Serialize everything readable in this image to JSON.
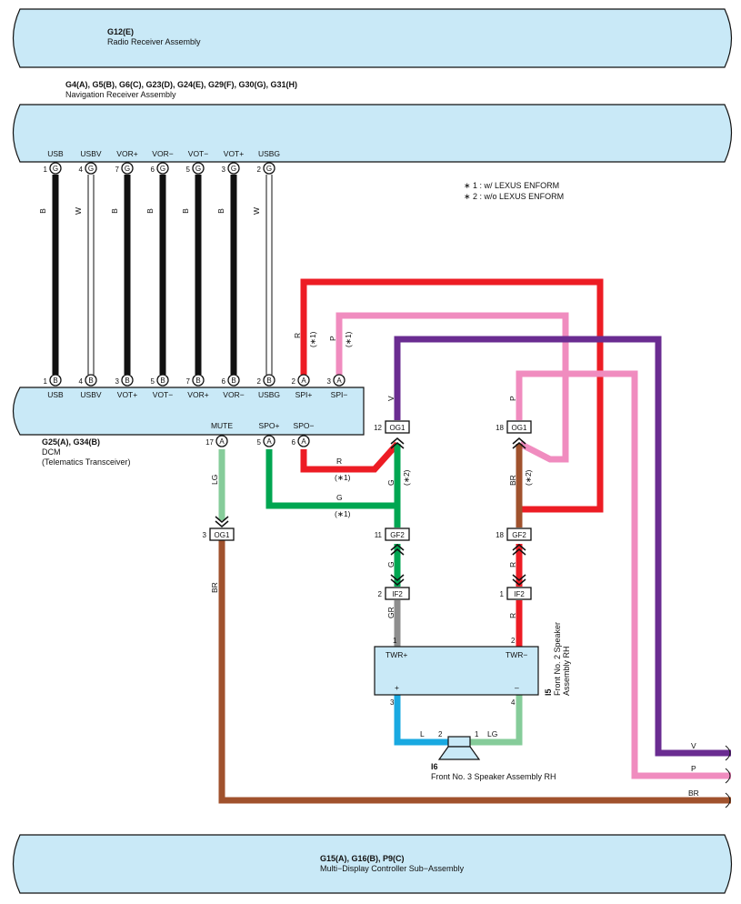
{
  "components": {
    "radio": {
      "code": "G12(E)",
      "name": "Radio Receiver Assembly"
    },
    "nav": {
      "code": "G4(A), G5(B), G6(C), G23(D), G24(E), G29(F), G30(G), G31(H)",
      "name": "Navigation Receiver Assembly"
    },
    "dcm": {
      "code": "G25(A), G34(B)",
      "name": "DCM",
      "name2": "(Telematics Transceiver)"
    },
    "multi": {
      "code": "G15(A), G16(B), P9(C)",
      "name": "Multi−Display Controller Sub−Assembly"
    },
    "speaker3": {
      "code": "I6",
      "name": "Front No.  3 Speaker Assembly RH"
    },
    "speaker2": {
      "code": "I5",
      "name": "Front No.  2 Speaker",
      "name2": "Assembly RH"
    }
  },
  "notes": {
    "n1": "∗ 1 : w/ LEXUS ENFORM",
    "n2": "∗ 2 : w/o LEXUS ENFORM"
  },
  "nav_pins": [
    {
      "label": "USB",
      "num": "1",
      "conn": "G",
      "wire": "B"
    },
    {
      "label": "USBV",
      "num": "4",
      "conn": "G",
      "wire": "W"
    },
    {
      "label": "VOR+",
      "num": "7",
      "conn": "G",
      "wire": "B"
    },
    {
      "label": "VOR−",
      "num": "6",
      "conn": "G",
      "wire": "B"
    },
    {
      "label": "VOT−",
      "num": "5",
      "conn": "G",
      "wire": "B"
    },
    {
      "label": "VOT+",
      "num": "3",
      "conn": "G",
      "wire": "B"
    },
    {
      "label": "USBG",
      "num": "2",
      "conn": "G",
      "wire": "W"
    }
  ],
  "dcm_pins": [
    {
      "label": "USB",
      "num": "1",
      "conn": "B"
    },
    {
      "label": "USBV",
      "num": "4",
      "conn": "B"
    },
    {
      "label": "VOT+",
      "num": "3",
      "conn": "B"
    },
    {
      "label": "VOT−",
      "num": "5",
      "conn": "B"
    },
    {
      "label": "VOR+",
      "num": "7",
      "conn": "B"
    },
    {
      "label": "VOR−",
      "num": "6",
      "conn": "B"
    },
    {
      "label": "USBG",
      "num": "2",
      "conn": "B"
    },
    {
      "label": "SPI+",
      "num": "2",
      "conn": "A"
    },
    {
      "label": "SPI−",
      "num": "3",
      "conn": "A"
    }
  ],
  "dcm_bottom_pins": [
    {
      "label": "MUTE",
      "num": "17",
      "conn": "A"
    },
    {
      "label": "SPO+",
      "num": "5",
      "conn": "A"
    },
    {
      "label": "SPO−",
      "num": "6",
      "conn": "A"
    }
  ],
  "connectors": {
    "og1_left": {
      "num": "3",
      "name": "OG1"
    },
    "og1_mid": {
      "num": "12",
      "name": "OG1"
    },
    "og1_right": {
      "num": "18",
      "name": "OG1"
    },
    "gf2_mid": {
      "num": "11",
      "name": "GF2"
    },
    "gf2_right": {
      "num": "18",
      "name": "GF2"
    },
    "if2_mid": {
      "num": "2",
      "name": "IF2"
    },
    "if2_right": {
      "num": "1",
      "name": "IF2"
    }
  },
  "speaker2_pins": {
    "twr_plus": "TWR+",
    "twr_minus": "TWR−",
    "plus": "+",
    "minus": "–",
    "p1": "1",
    "p2": "2",
    "p3": "3",
    "p4": "4"
  },
  "speaker3_pins": {
    "p2": "2",
    "p1": "1"
  },
  "wire_labels": {
    "spi_plus": "R",
    "spi_minus": "P",
    "star1": "(∗1)",
    "star2": "(∗2)",
    "v": "V",
    "p": "P",
    "br": "BR",
    "r": "R",
    "g": "G",
    "gr": "GR",
    "lg": "LG",
    "l": "L"
  },
  "colors": {
    "black": "#111111",
    "red": "#ed1c24",
    "pink": "#f08cbf",
    "purple": "#6a2c91",
    "green": "#00a651",
    "lightgreen": "#86cc9a",
    "brown": "#a0522d",
    "gray": "#8e8e8e",
    "blue": "#19a9e1",
    "box": "#c9e9f7"
  }
}
